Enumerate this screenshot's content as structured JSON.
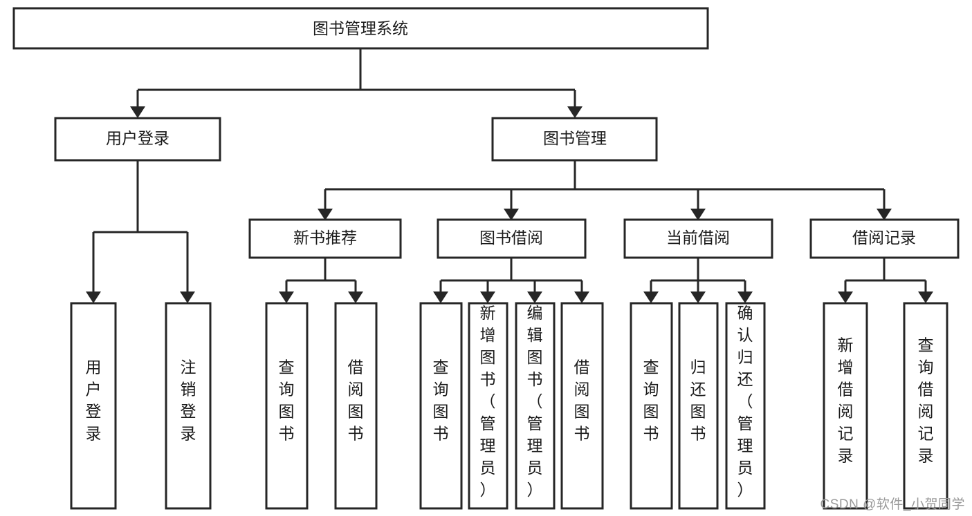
{
  "diagram": {
    "type": "tree-hierarchy-flowchart",
    "title": "图书管理系统",
    "stroke_color": "#262626",
    "fill_color": "#ffffff",
    "text_color": "#1a1a1a",
    "levels": [
      {
        "level": 0,
        "nodes": [
          {
            "id": "root",
            "label": "图书管理系统",
            "orientation": "horizontal"
          }
        ]
      },
      {
        "level": 1,
        "nodes": [
          {
            "id": "login",
            "label": "用户登录",
            "orientation": "horizontal",
            "parent": "root"
          },
          {
            "id": "bookmgmt",
            "label": "图书管理",
            "orientation": "horizontal",
            "parent": "root"
          }
        ]
      },
      {
        "level": 2,
        "nodes": [
          {
            "id": "newbook",
            "label": "新书推荐",
            "orientation": "horizontal",
            "parent": "bookmgmt"
          },
          {
            "id": "borrow",
            "label": "图书借阅",
            "orientation": "horizontal",
            "parent": "bookmgmt"
          },
          {
            "id": "current",
            "label": "当前借阅",
            "orientation": "horizontal",
            "parent": "bookmgmt"
          },
          {
            "id": "records",
            "label": "借阅记录",
            "orientation": "horizontal",
            "parent": "bookmgmt"
          }
        ]
      },
      {
        "level": 3,
        "nodes": [
          {
            "id": "leaf-1",
            "label": "用户登录",
            "orientation": "vertical",
            "parent": "login"
          },
          {
            "id": "leaf-2",
            "label": "注销登录",
            "orientation": "vertical",
            "parent": "login"
          },
          {
            "id": "leaf-3",
            "label": "查询图书",
            "orientation": "vertical",
            "parent": "newbook"
          },
          {
            "id": "leaf-4",
            "label": "借阅图书",
            "orientation": "vertical",
            "parent": "newbook"
          },
          {
            "id": "leaf-5",
            "label": "查询图书",
            "orientation": "vertical",
            "parent": "borrow"
          },
          {
            "id": "leaf-6",
            "label": "新增图书（管理员）",
            "orientation": "vertical",
            "parent": "borrow"
          },
          {
            "id": "leaf-7",
            "label": "编辑图书（管理员）",
            "orientation": "vertical",
            "parent": "borrow"
          },
          {
            "id": "leaf-8",
            "label": "借阅图书",
            "orientation": "vertical",
            "parent": "borrow"
          },
          {
            "id": "leaf-9",
            "label": "查询图书",
            "orientation": "vertical",
            "parent": "current"
          },
          {
            "id": "leaf-10",
            "label": "归还图书",
            "orientation": "vertical",
            "parent": "current"
          },
          {
            "id": "leaf-11",
            "label": "确认归还（管理员）",
            "orientation": "vertical",
            "parent": "current"
          },
          {
            "id": "leaf-12",
            "label": "新增借阅记录",
            "orientation": "vertical",
            "parent": "records"
          },
          {
            "id": "leaf-13",
            "label": "查询借阅记录",
            "orientation": "vertical",
            "parent": "records"
          }
        ]
      }
    ]
  },
  "watermark": {
    "text": "CSDN @软件_小贺同学"
  }
}
